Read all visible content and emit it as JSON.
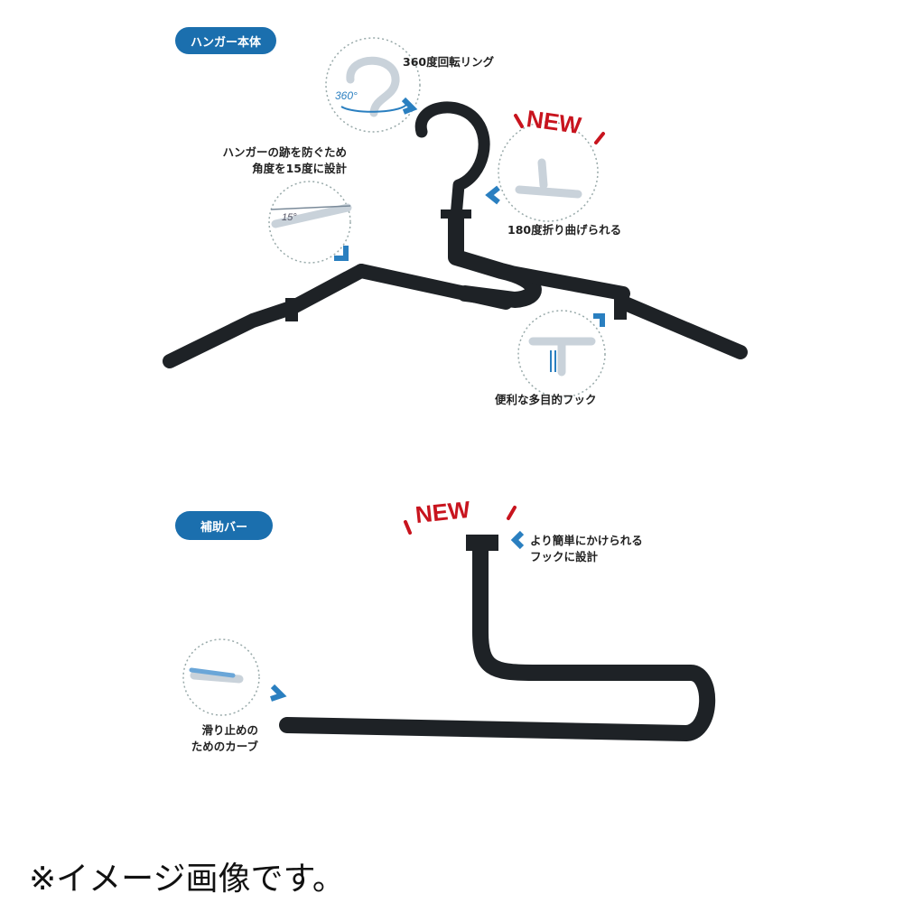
{
  "sections": {
    "hanger_body": "ハンガー本体",
    "support_bar": "補助バー"
  },
  "callouts": {
    "ring": "360度回転リング",
    "ring_badge": "360°",
    "angle_line1": "ハンガーの跡を防ぐため",
    "angle_line2": "角度を15度に設計",
    "angle_badge": "15°",
    "fold": "180度折り曲げられる",
    "hook": "便利な多目的フック",
    "bar_hook_line1": "より簡単にかけられる",
    "bar_hook_line2": "フックに設計",
    "curve_line1": "滑り止めの",
    "curve_line2": "ためのカーブ"
  },
  "badges": {
    "new1": "NEW",
    "new2": "NEW"
  },
  "note": "※イメージ画像です。",
  "colors": {
    "accent": "#1b6fae",
    "new": "#c8141e",
    "product": "#1e2226"
  }
}
